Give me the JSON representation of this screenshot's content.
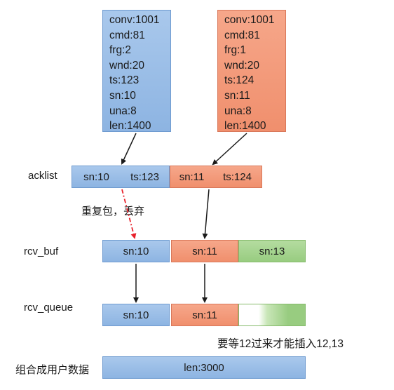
{
  "packet_blue": [
    "conv:1001",
    "cmd:81",
    "frg:2",
    "wnd:20",
    "ts:123",
    "sn:10",
    "una:8",
    "len:1400"
  ],
  "packet_orange": [
    "conv:1001",
    "cmd:81",
    "frg:1",
    "wnd:20",
    "ts:124",
    "sn:11",
    "una:8",
    "len:1400"
  ],
  "rows": {
    "acklist": "acklist",
    "rcv_buf": "rcv_buf",
    "rcv_queue": "rcv_queue",
    "assembled": "组合成用户数据"
  },
  "acklist": {
    "blue_sn": "sn:10",
    "blue_ts": "ts:123",
    "orange_sn": "sn:11",
    "orange_ts": "ts:124"
  },
  "rcv_buf": [
    "sn:10",
    "sn:11",
    "sn:13"
  ],
  "rcv_queue": [
    "sn:10",
    "sn:11",
    ""
  ],
  "annotations": {
    "duplicate": "重复包，丢弃",
    "wait_note": "要等12过来才能插入12,13"
  },
  "assembled": "len:3000",
  "colors": {
    "blue": "#8db4e2",
    "orange": "#f08f6d",
    "green": "#98cc80",
    "red_arrow": "#e8202a"
  }
}
